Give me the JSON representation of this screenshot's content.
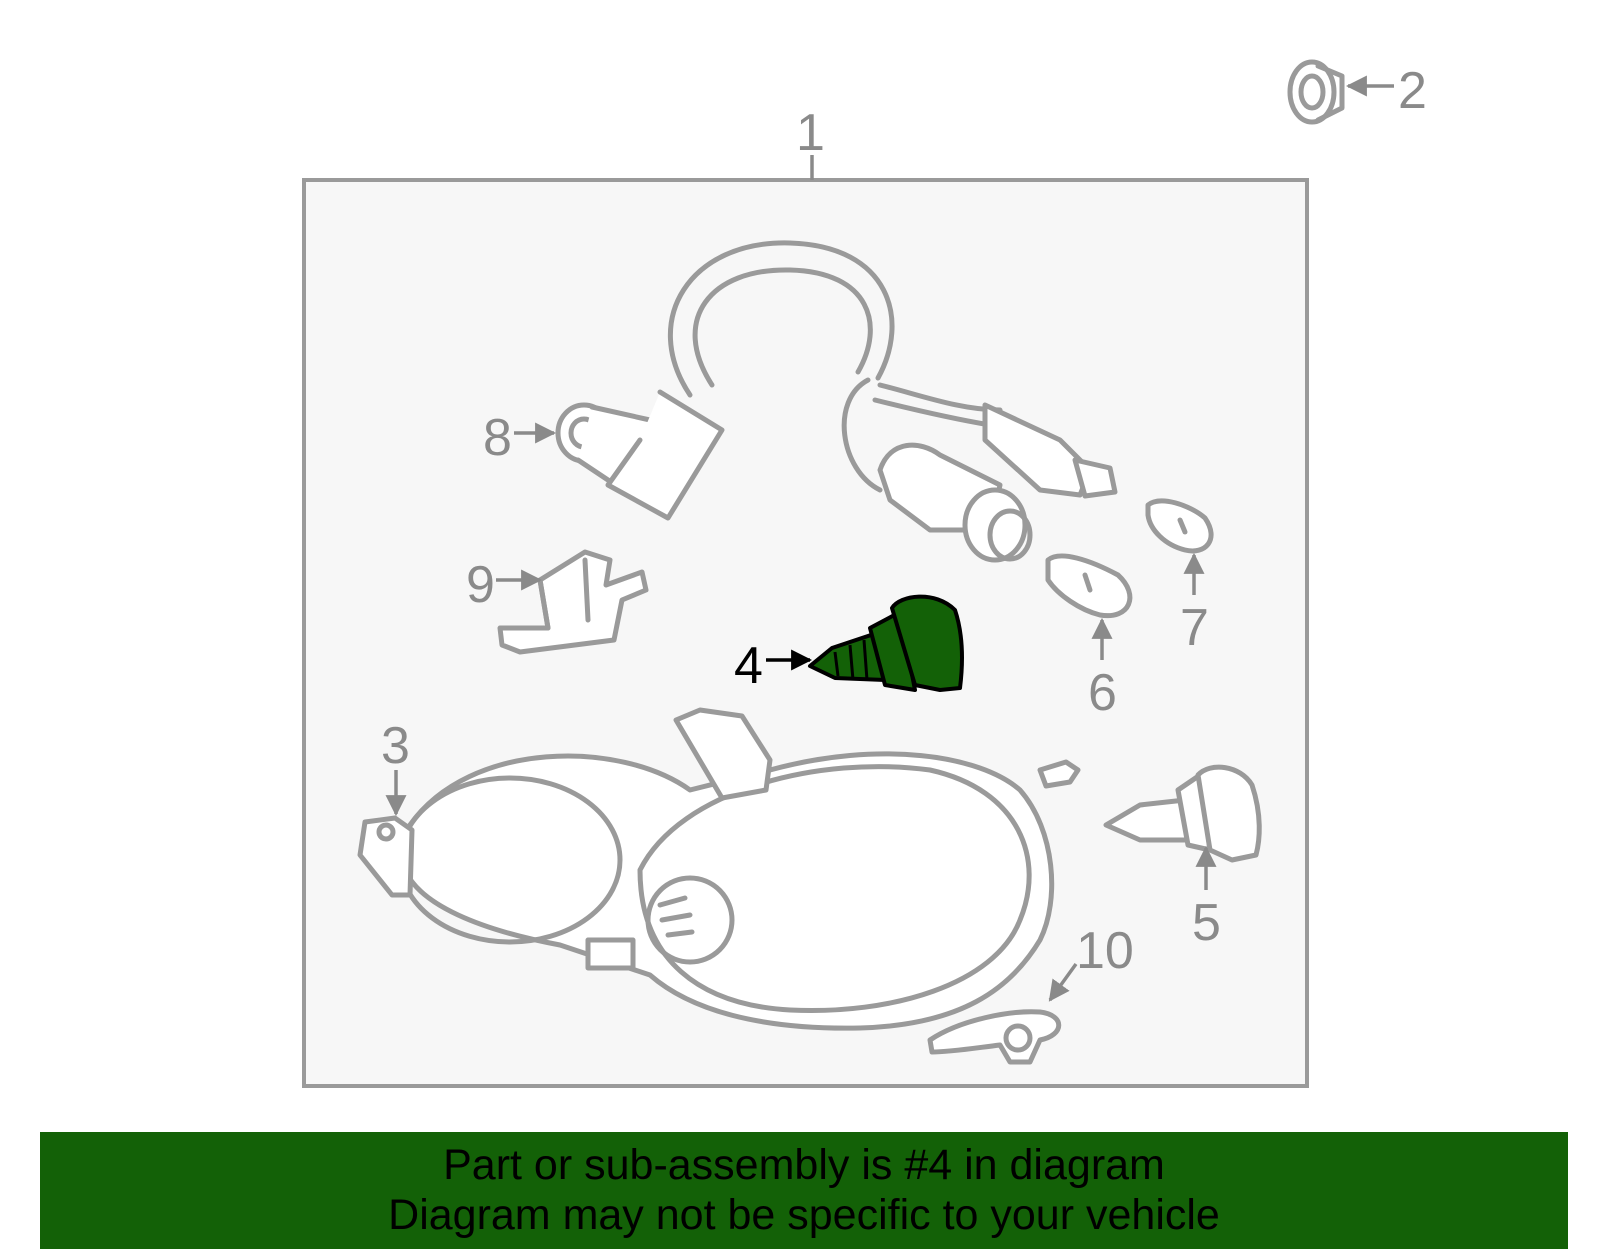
{
  "diagram": {
    "callouts": [
      "1",
      "2",
      "3",
      "4",
      "5",
      "6",
      "7",
      "8",
      "9",
      "10"
    ],
    "highlighted_callout": "4",
    "colors": {
      "highlight": "#136107",
      "outline": "#9a9a9a",
      "panel": "#f7f7f7",
      "banner": "#136107"
    }
  },
  "banner": {
    "line1": "Part or sub-assembly is #4 in diagram",
    "line2": "Diagram may not be specific to your vehicle"
  }
}
